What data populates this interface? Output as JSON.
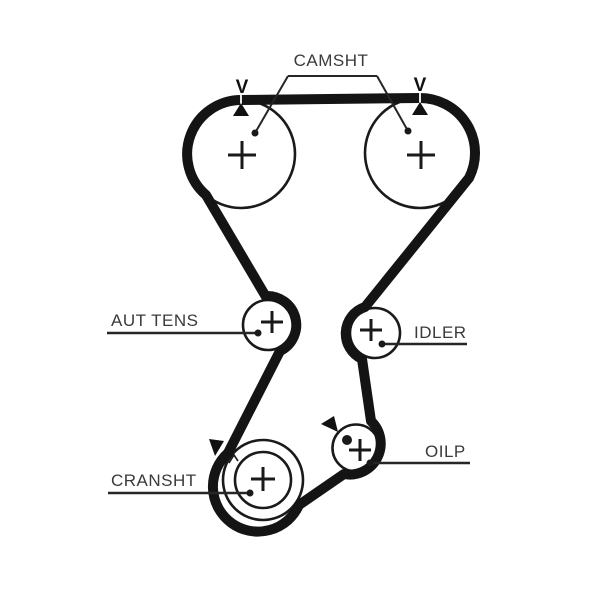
{
  "diagram": {
    "type": "timing-belt-routing",
    "labels": {
      "camshaft": "CAMSHT",
      "tensioner": "AUT TENS",
      "idler": "IDLER",
      "oil_pump": "OILP",
      "crankshaft": "CRANSHT"
    },
    "marks": {
      "timing_mark_left": "V",
      "timing_mark_right": "V"
    },
    "colors": {
      "line": "#1a1a1a",
      "belt": "#141414",
      "text": "#3a3a3a",
      "background": "#ffffff"
    }
  }
}
